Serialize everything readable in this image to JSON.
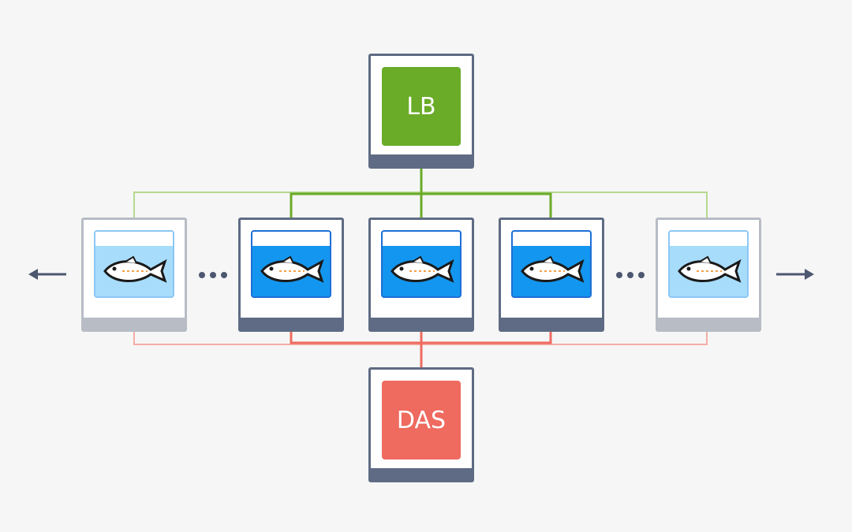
{
  "diagram": {
    "load_balancer": {
      "label": "LB",
      "color": "#6aab28"
    },
    "admin_server": {
      "label": "DAS",
      "color": "#ef6a5f"
    },
    "instances": [
      {
        "id": "instance-1",
        "state": "faded"
      },
      {
        "id": "instance-2",
        "state": "active"
      },
      {
        "id": "instance-3",
        "state": "active"
      },
      {
        "id": "instance-4",
        "state": "active"
      },
      {
        "id": "instance-5",
        "state": "faded"
      }
    ],
    "icons": {
      "instance": "glassfish-icon",
      "scale_left": "arrow-left-icon",
      "scale_right": "arrow-right-icon",
      "more": "ellipsis-icon"
    },
    "colors": {
      "frame": "#5f6b84",
      "frame_faded": "#b7bcc5",
      "screen": "#1396ef",
      "screen_faded": "#a7dcfb",
      "lb_link": "#6aab28",
      "das_link": "#ef6a5f"
    }
  }
}
